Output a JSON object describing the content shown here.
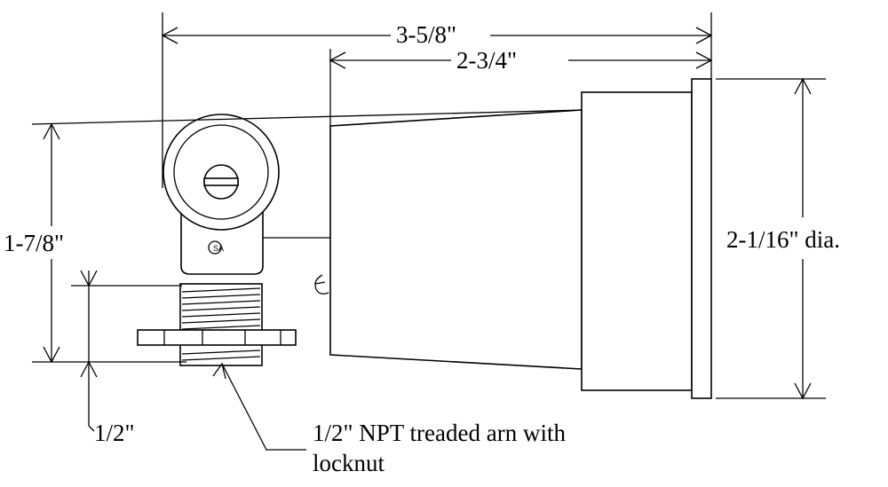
{
  "dimensions": {
    "overall_length": "3-5/8\"",
    "body_length": "2-3/4\"",
    "height": "1-7/8\"",
    "lens_diameter": "2-1/16\" dia.",
    "thread_length": "1/2\""
  },
  "callout": {
    "line1": "1/2\" NPT treaded arn with",
    "line2": "locknut"
  },
  "stamp": {
    "text": "SA"
  }
}
